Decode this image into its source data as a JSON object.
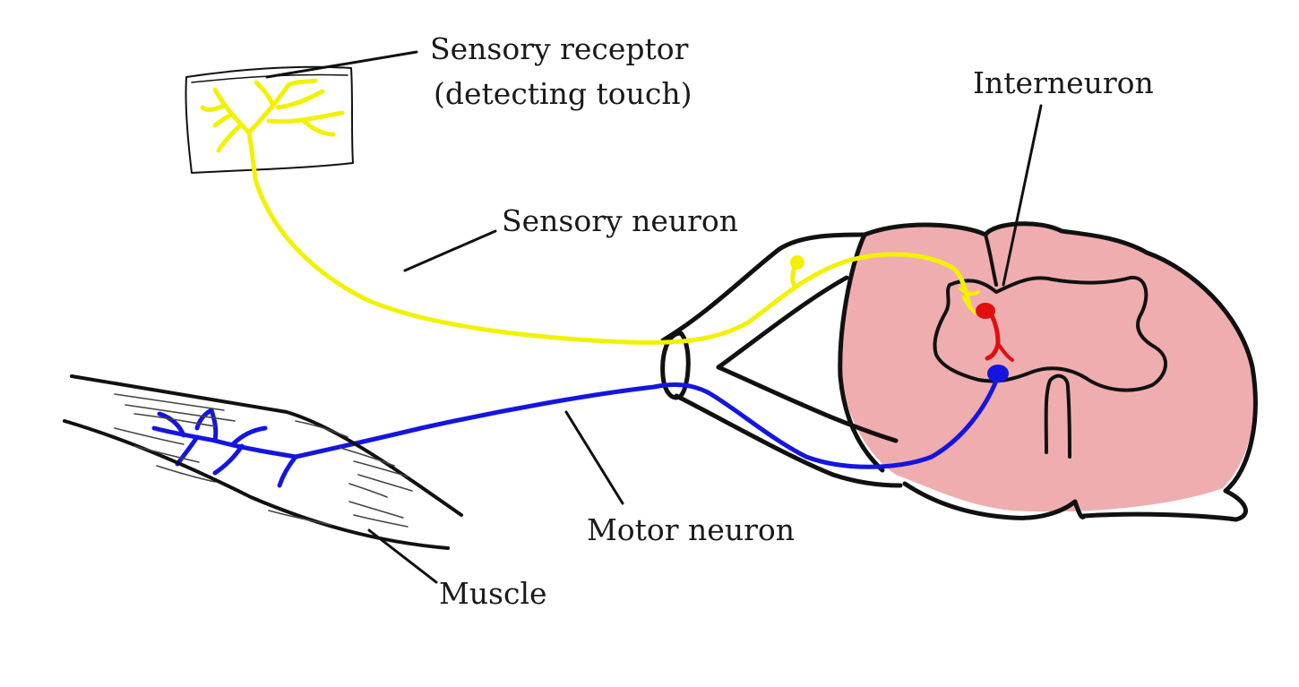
{
  "labels": {
    "sensory_receptor_line1": "Sensory receptor",
    "sensory_receptor_line2": "(detecting touch)",
    "interneuron": "Interneuron",
    "sensory_neuron": "Sensory neuron",
    "motor_neuron": "Motor neuron",
    "muscle": "Muscle"
  },
  "colors": {
    "sensory": "#f2f200",
    "motor": "#1515e0",
    "interneuron": "#e01010",
    "spinal_tissue": "#f0adb0",
    "outline": "#111111",
    "background": "#ffffff"
  }
}
